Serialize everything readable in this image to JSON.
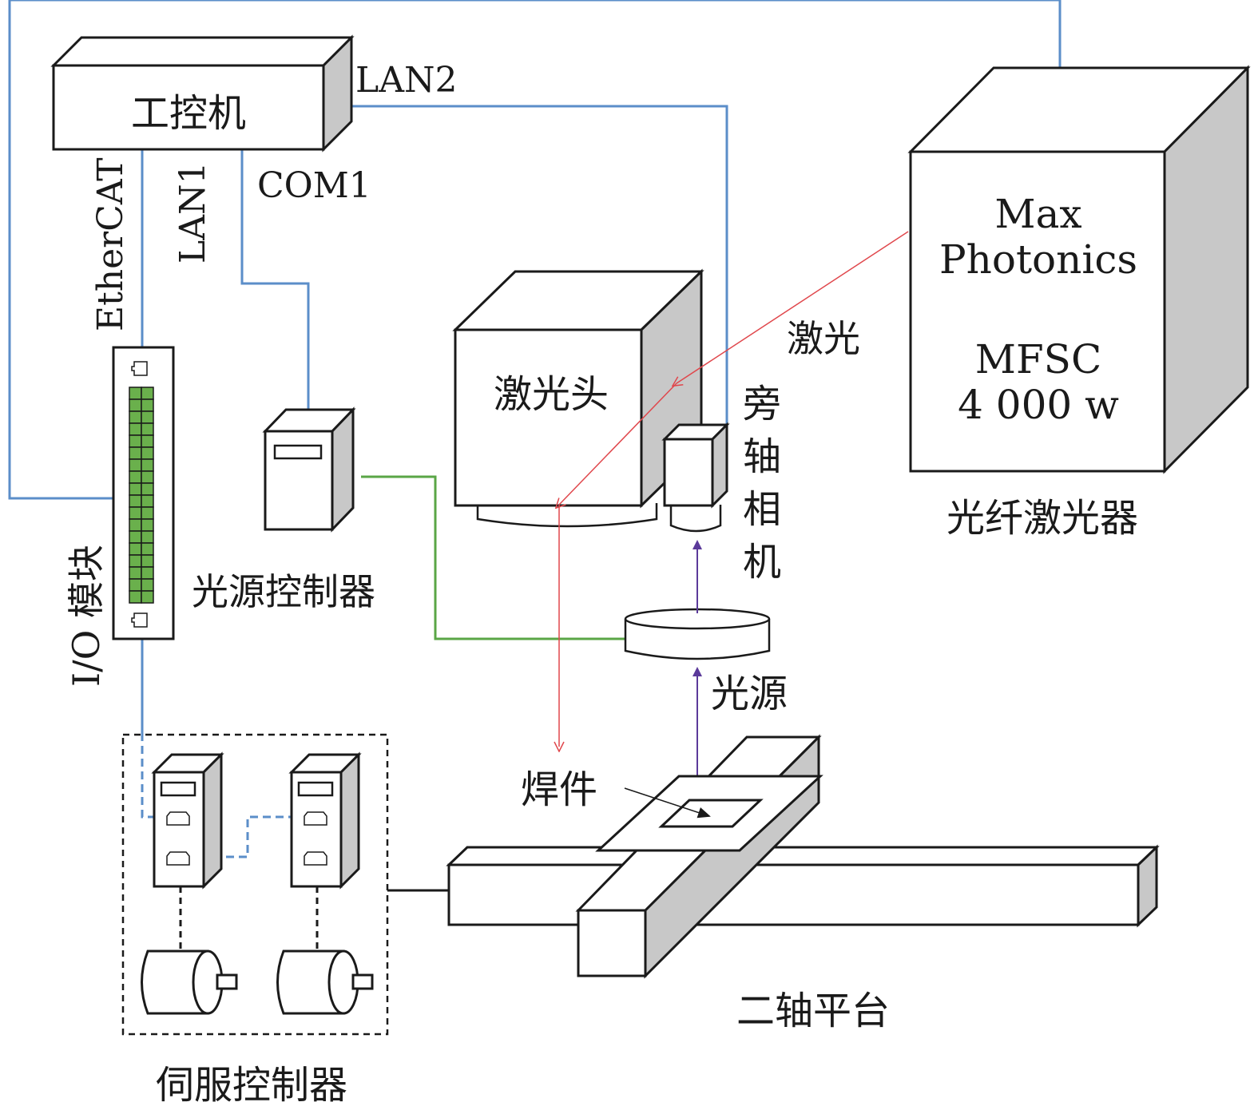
{
  "labels": {
    "ipc": "工控机",
    "lan2": "LAN2",
    "lan1": "LAN1",
    "ethercat": "EtherCAT",
    "com1": "COM1",
    "io_module": "I/O 模块",
    "light_controller": "光源控制器",
    "laser_head": "激光头",
    "laser": "激光",
    "side_camera": [
      "旁",
      "轴",
      "相",
      "机"
    ],
    "laser_brand_1": "Max",
    "laser_brand_2": "Photonics",
    "laser_model": "MFSC",
    "laser_power": "4 000 w",
    "fiber_laser": "光纤激光器",
    "light_source": "光源",
    "workpiece": "焊件",
    "two_axis_platform": "二轴平台",
    "servo_controller": "伺服控制器"
  },
  "colors": {
    "network": "#5b8ec9",
    "light_cable": "#5aa646",
    "laser_beam": "#e0474c",
    "imaging": "#5b3a9a",
    "io_terminal": "#6ab04c",
    "side_face": "#c8c8c8"
  }
}
